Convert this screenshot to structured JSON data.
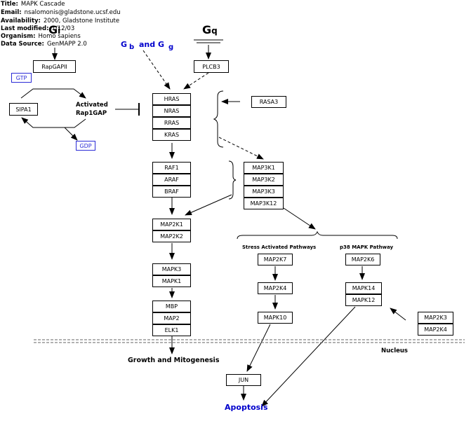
{
  "meta": {
    "title_label": "Title:",
    "title": "MAPK Cascade",
    "email_label": "Email:",
    "email": "nsalomonis@gladstone.ucsf.edu",
    "availability_label": "Availability:",
    "availability": "2000, Gladstone Institute",
    "modified_label": "Last modified:",
    "modified": "1/12/03",
    "organism_label": "Organism:",
    "organism": "Homo sapiens",
    "source_label": "Data Source:",
    "source": "GenMAPP 2.0"
  },
  "labels": {
    "gi_main": "G",
    "gi_sub": "i",
    "gq_main": "G",
    "gq_sub": "q",
    "gb_main": "G",
    "gb_sub": "b",
    "and_g_main": "and G",
    "and_g_sub": "g",
    "activated_line1": "Activated",
    "activated_line2": "Rap1GAP",
    "stress_pathways": "Stress Activated Pathways",
    "p38_pathway": "p38 MAPK Pathway",
    "nucleus": "Nucleus",
    "growth": "Growth and Mitogenesis",
    "apoptosis": "Apoptosis"
  },
  "genes": {
    "rapgapii": "RapGAPII",
    "gtp": "GTP",
    "gdp": "GDP",
    "sipa1": "SIPA1",
    "plcb3": "PLCB3",
    "rasa3": "RASA3",
    "hras": "HRAS",
    "nras": "NRAS",
    "rras": "RRAS",
    "kras": "KRAS",
    "raf1": "RAF1",
    "araf": "ARAF",
    "braf": "BRAF",
    "map3k1": "MAP3K1",
    "map3k2": "MAP3K2",
    "map3k3": "MAP3K3",
    "map3k12": "MAP3K12",
    "map2k1": "MAP2K1",
    "map2k2": "MAP2K2",
    "mapk3": "MAPK3",
    "mapk1": "MAPK1",
    "mbp": "MBP",
    "map2": "MAP2",
    "elk1": "ELK1",
    "map2k7": "MAP2K7",
    "map2k4": "MAP2K4",
    "mapk10": "MAPK10",
    "map2k6": "MAP2K6",
    "mapk14": "MAPK14",
    "mapk12": "MAPK12",
    "map2k3": "MAP2K3",
    "map2k4_right": "MAP2K4",
    "jun": "JUN"
  },
  "colors": {
    "link_blue": "#0000cc",
    "box_blue": "#2b2bd6",
    "line": "#000000"
  }
}
